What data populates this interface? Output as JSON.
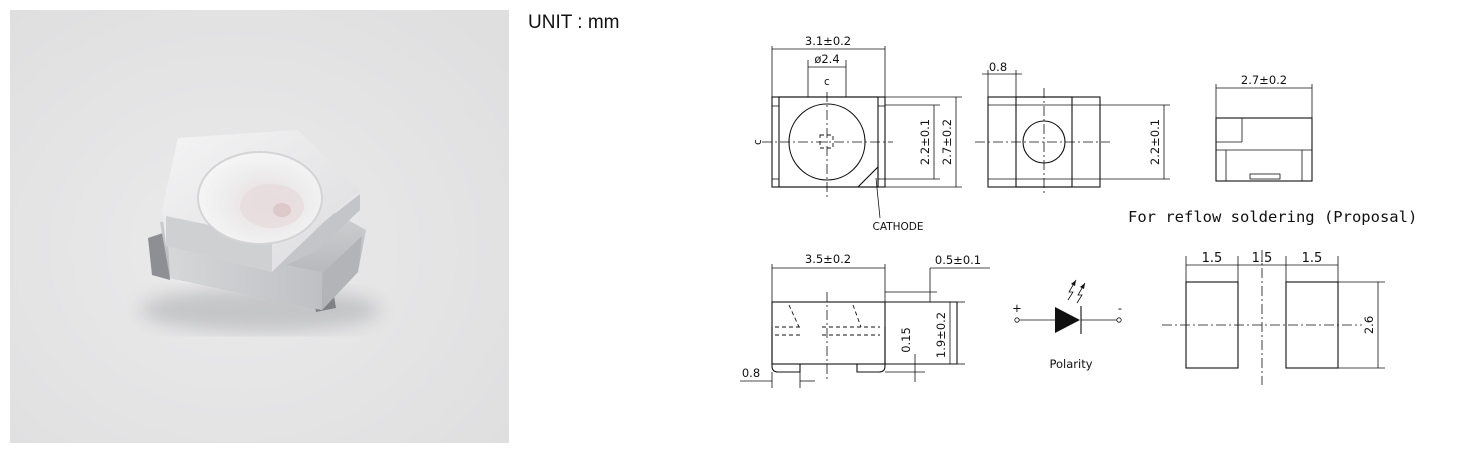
{
  "unit_label": "UNIT : mm",
  "top_view": {
    "width_dim": "3.1±0.2",
    "lens_dim": "ø2.4",
    "height_inner_dim": "2.2±0.1",
    "height_outer_dim": "2.7±0.2",
    "cathode_label": "CATHODE"
  },
  "bottom_view": {
    "pad_dim": "0.8",
    "height_dim": "2.2±0.1"
  },
  "end_view": {
    "width_dim": "2.7±0.2"
  },
  "side_view": {
    "length_dim": "3.5±0.2",
    "lens_height_dim": "0.5±0.1",
    "body_height_dim": "1.9±0.2",
    "standoff_dim": "0.15",
    "lead_dim": "0.8"
  },
  "polarity": {
    "plus": "+",
    "minus": "-",
    "label": "Polarity"
  },
  "soldering": {
    "title": "For reflow soldering (Proposal)",
    "pad1": "1.5",
    "gap": "1.5",
    "pad2": "1.5",
    "height": "2.6"
  }
}
